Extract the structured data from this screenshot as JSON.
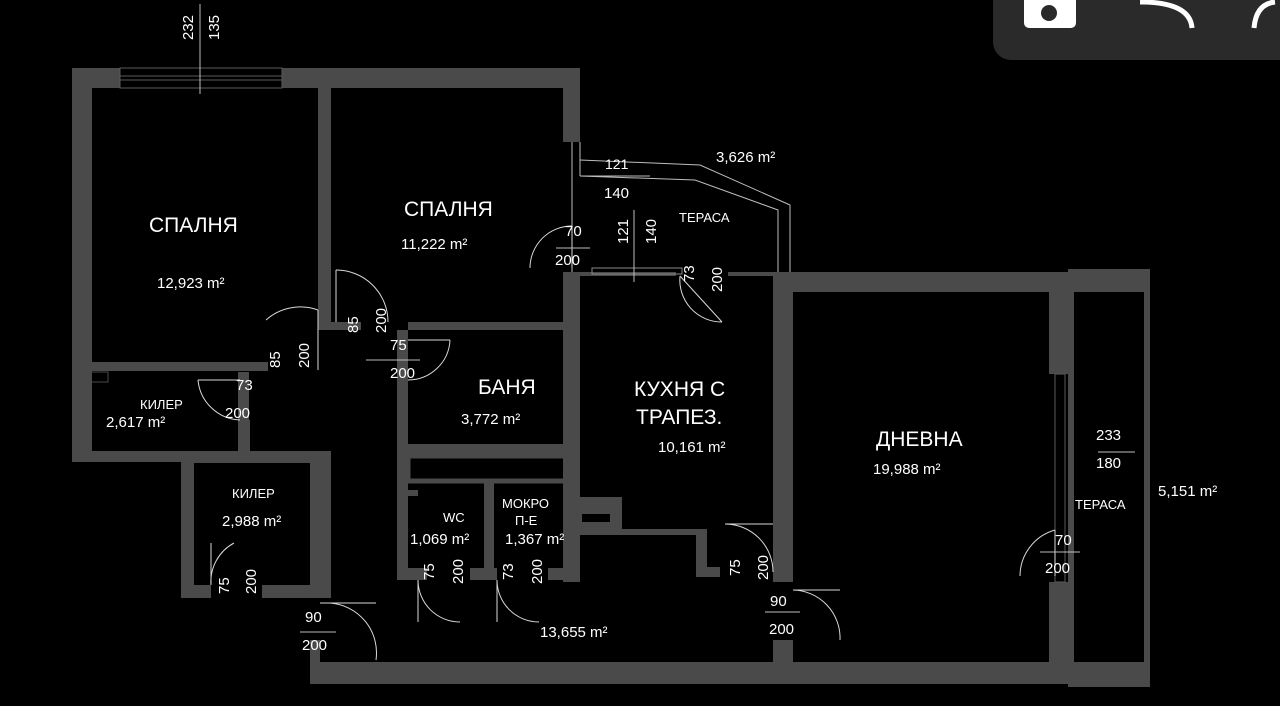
{
  "rooms": {
    "bedroom1": {
      "name": "СПАЛНЯ",
      "area": "12,923 m²"
    },
    "bedroom2": {
      "name": "СПАЛНЯ",
      "area": "11,222 m²"
    },
    "terrace_top": {
      "name": "ТЕРАСА",
      "area": "3,626 m²"
    },
    "closet1": {
      "name": "КИЛЕР",
      "area": "2,617 m²"
    },
    "closet2": {
      "name": "КИЛЕР",
      "area": "2,988 m²"
    },
    "bathroom": {
      "name": "БАНЯ",
      "area": "3,772 m²"
    },
    "wc": {
      "name": "WC",
      "area": "1,069 m²"
    },
    "wet_room": {
      "name_line1": "МОКРО",
      "name_line2": "П-Е",
      "area": "1,367 m²"
    },
    "kitchen": {
      "name_line1": "КУХНЯ С",
      "name_line2": "ТРАПЕЗ.",
      "area": "10,161 m²"
    },
    "living": {
      "name": "ДНЕВНА",
      "area": "19,988 m²"
    },
    "terrace_right": {
      "name": "ТЕРАСА",
      "area": "5,151 m²"
    },
    "hall": {
      "area": "13,655 m²"
    }
  },
  "dims": {
    "top_232": "232",
    "top_135": "135",
    "d121a": "121",
    "d140a": "140",
    "d121b": "121",
    "d140b": "140",
    "d70a": "70",
    "d200a": "200",
    "d73a": "73",
    "d200b": "200",
    "d85a": "85",
    "d200c": "200",
    "d75a": "75",
    "d200d": "200",
    "d85b": "85",
    "d200e": "200",
    "d73b": "73",
    "d200f": "200",
    "d75b": "75",
    "d200g": "200",
    "d75c": "75",
    "d200h": "200",
    "d73c": "73",
    "d200i": "200",
    "d90a": "90",
    "d200j": "200",
    "d75d": "75",
    "d200k": "200",
    "d90b": "90",
    "d200l": "200",
    "d233": "233",
    "d180": "180",
    "d70b": "70",
    "d200m": "200"
  },
  "toolbar": {
    "icons": [
      "camera-icon",
      "undo-icon",
      "redo-icon"
    ]
  }
}
